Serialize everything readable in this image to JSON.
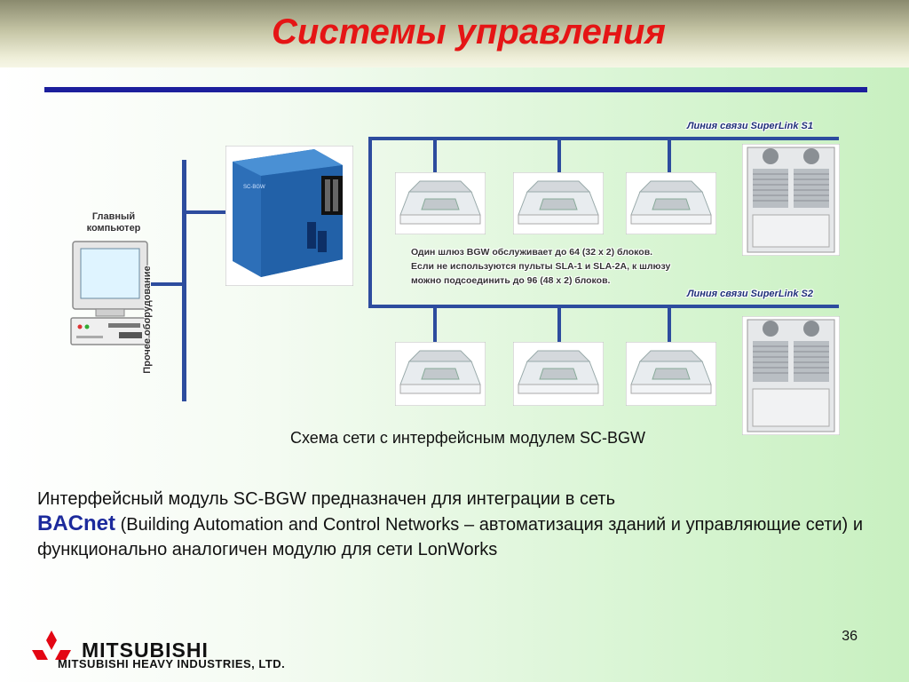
{
  "slide": {
    "title": "Системы управления",
    "page_number": "36"
  },
  "diagram": {
    "main_computer_label_line1": "Главный",
    "main_computer_label_line2": "компьютер",
    "other_equipment_label": "Прочее оборудование",
    "superlink_s1_label": "Линия связи SuperLink S1",
    "superlink_s2_label": "Линия связи SuperLink S2",
    "gateway_note_line1": "Один шлюз BGW обслуживает до 64 (32 x 2) блоков.",
    "gateway_note_line2": "Если не используются пульты SLA-1 и SLA-2A, к шлюзу",
    "gateway_note_line3": "можно подсоединить до 96 (48 x 2) блоков.",
    "caption": "Схема сети с интерфейсным модулем SC-BGW"
  },
  "body": {
    "text_part1": "Интерфейсный модуль SC-BGW предназначен для интеграции в сеть",
    "bacnet": "BACnet",
    "text_part2": " (Building Automation and Control Networks – автоматизация зданий и управляющие сети) и функционально аналогичен модулю для сети LonWorks"
  },
  "logo": {
    "brand": "MITSUBISHI",
    "company": "MITSUBISHI HEAVY INDUSTRIES, LTD."
  },
  "colors": {
    "title": "#e51515",
    "divider": "#1c1f9c",
    "network_lines": "#2d4c9e",
    "bacnet": "#1c2a9c",
    "logo_red": "#e30613"
  }
}
